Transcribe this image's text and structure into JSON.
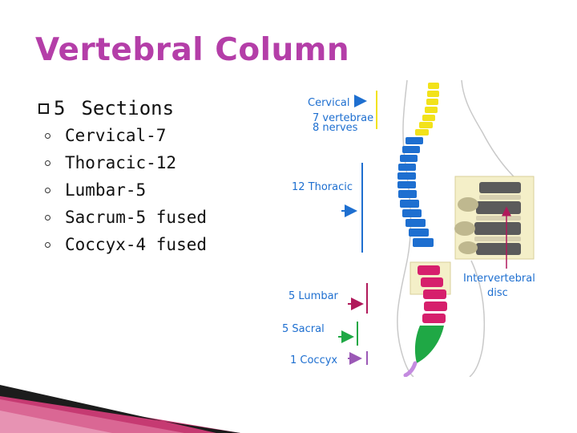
{
  "slide": {
    "title": "Vertebral Column",
    "main_bullet": {
      "number": "5",
      "text": "Sections"
    },
    "sub_bullets": [
      "Cervical-7",
      "Thoracic-12",
      "Lumbar-5",
      "Sacrum-5 fused",
      "Coccyx-4 fused"
    ]
  },
  "diagram": {
    "labels": {
      "cervical": "Cervical",
      "cervical_detail_1": "7 vertebrae",
      "cervical_detail_2": "8 nerves",
      "thoracic": "12 Thoracic",
      "lumbar": "5 Lumbar",
      "sacral": "5 Sacral",
      "coccyx": "1 Coccyx",
      "disc_1": "Intervertebral",
      "disc_2": "disc"
    },
    "colors": {
      "title": "#b43ea8",
      "cervical": "#f2e21a",
      "thoracic": "#1e6fd0",
      "lumbar": "#d61f6c",
      "sacral": "#1fa845",
      "coccyx": "#c48be0",
      "inset": "#f4efc8"
    }
  }
}
